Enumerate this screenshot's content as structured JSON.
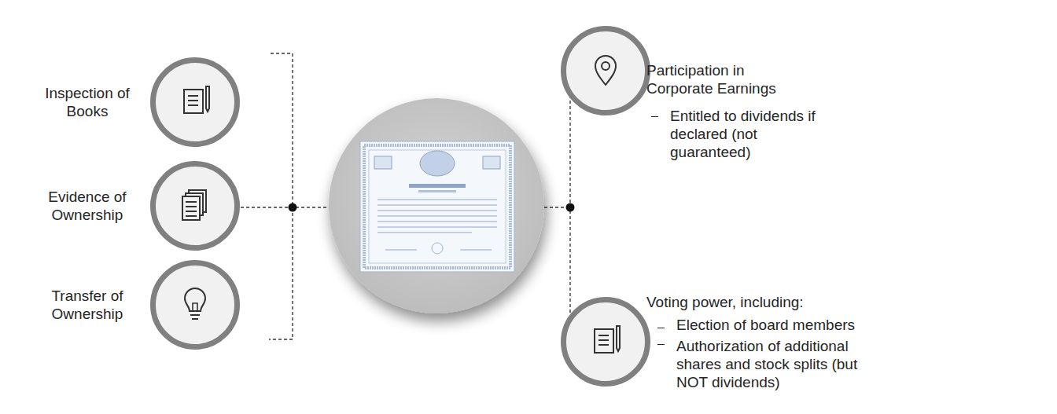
{
  "diagram": {
    "nodes": [
      {
        "text": [
          "Inspection of Books"
        ]
      },
      {
        "text": [
          "Evidence of Ownership"
        ]
      },
      {
        "text": [
          "Transfer of Ownership"
        ]
      },
      {
        "text": [
          "Participation in Corporate Earnings",
          "Entitled to dividends if declared (not guaranteed)"
        ]
      },
      {
        "text": [
          "Voting power, including:",
          "Election of board members",
          "Authorization of additional shares and stock splits (but NOT dividends)"
        ]
      }
    ]
  }
}
